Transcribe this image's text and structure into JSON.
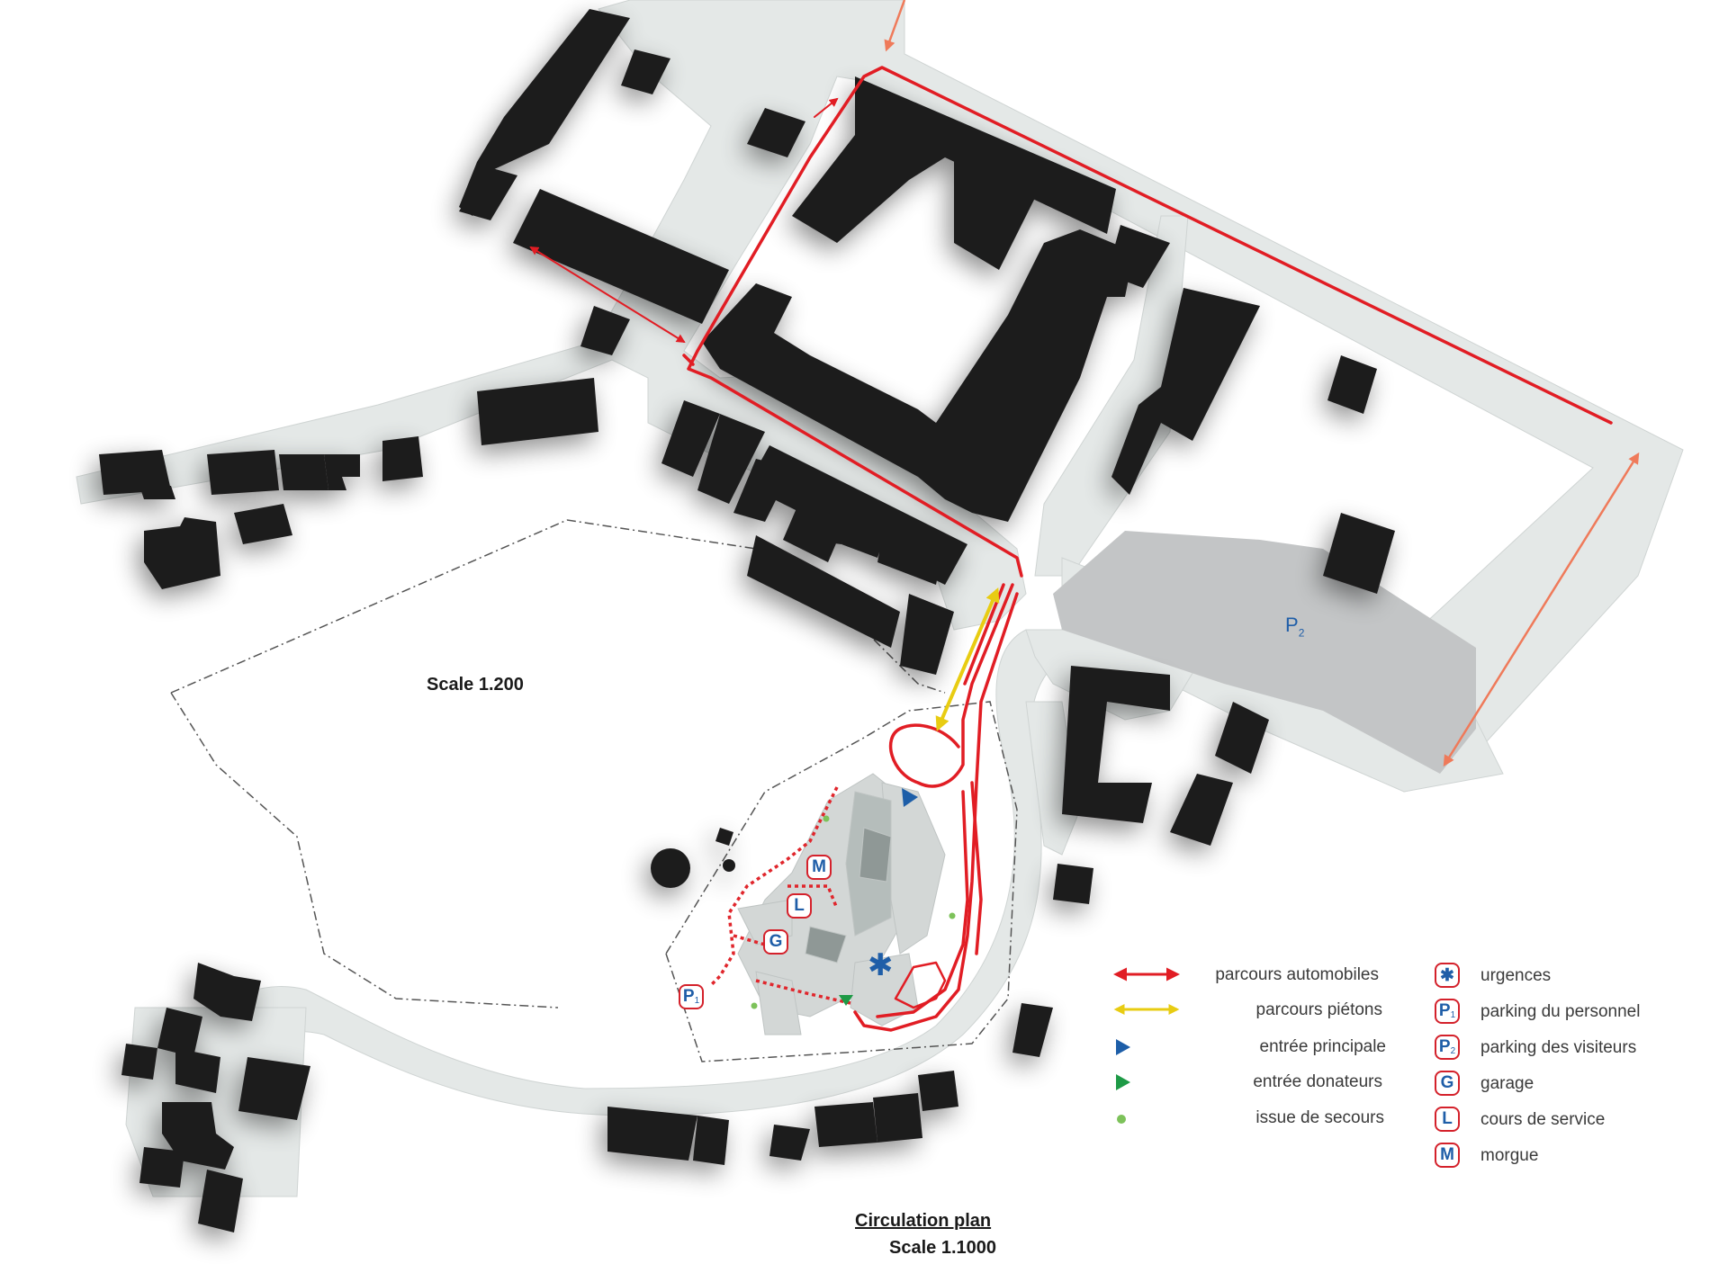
{
  "map": {
    "scale_label": "Scale 1.200",
    "footer_title": "Circulation plan",
    "footer_scale": "Scale 1.1000",
    "parking_visitor_label": "P",
    "parking_visitor_sub": "2"
  },
  "markers": {
    "M": "M",
    "L": "L",
    "G": "G",
    "P1": "P",
    "P1_sub": "1",
    "urgences_symbol": "✱"
  },
  "legend": {
    "left": [
      {
        "label": "parcours automobiles",
        "symbol": "red-double-arrow"
      },
      {
        "label": "parcours piétons",
        "symbol": "yellow-double-arrow"
      },
      {
        "label": "entrée principale",
        "symbol": "blue-triangle"
      },
      {
        "label": "entrée donateurs",
        "symbol": "green-triangle"
      },
      {
        "label": "issue de secours",
        "symbol": "green-dot"
      }
    ],
    "right": [
      {
        "label": "urgences",
        "badge": "✱",
        "sub": ""
      },
      {
        "label": "parking du personnel",
        "badge": "P",
        "sub": "1"
      },
      {
        "label": "parking des visiteurs",
        "badge": "P",
        "sub": "2"
      },
      {
        "label": "garage",
        "badge": "G",
        "sub": ""
      },
      {
        "label": "cours de service",
        "badge": "L",
        "sub": ""
      },
      {
        "label": "morgue",
        "badge": "M",
        "sub": ""
      }
    ]
  },
  "colors": {
    "building": "#1e1c1d",
    "road": "#e4e8e7",
    "parking": "#c3c5c6",
    "car_route": "#e11d24",
    "pedestrian_route": "#e8cc12",
    "service_route": "#e0262c",
    "main_entrance": "#1d5ea8",
    "donor_entrance": "#1e9a46",
    "emergency_exit": "#7dc25a",
    "badge_text": "#1f5ea8"
  }
}
